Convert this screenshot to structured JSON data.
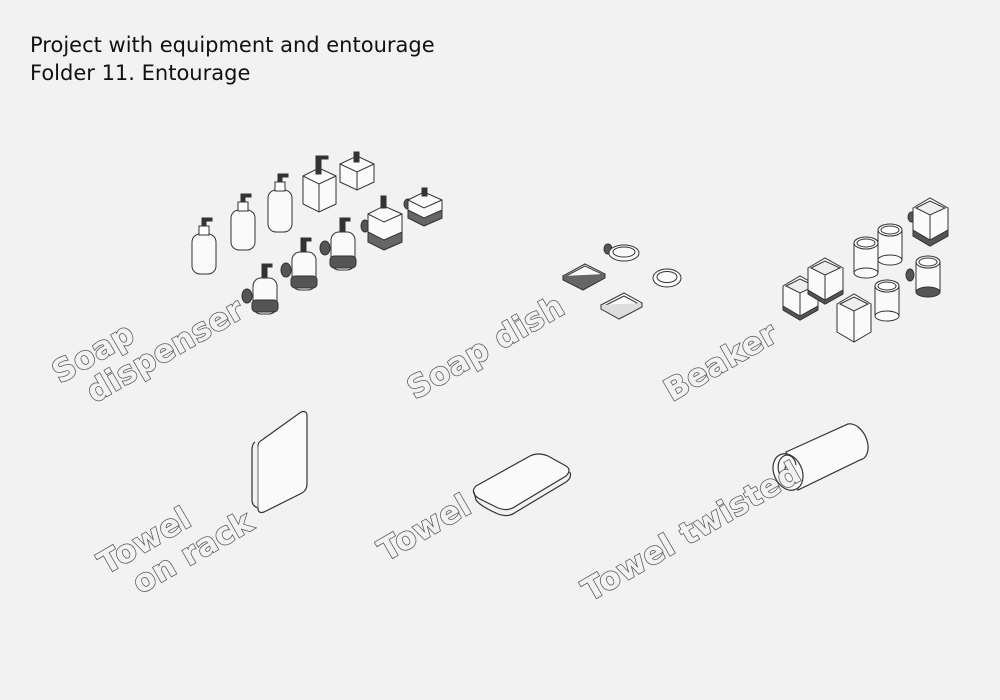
{
  "header": {
    "line1": "Project with equipment and entourage",
    "line2": "Folder 11. Entourage"
  },
  "groups": [
    {
      "id": "soap-dispenser",
      "lines": [
        "Soap",
        "dispenser"
      ]
    },
    {
      "id": "soap-dish",
      "lines": [
        "Soap dish"
      ]
    },
    {
      "id": "beaker",
      "lines": [
        "Beaker"
      ]
    },
    {
      "id": "towel-on-rack",
      "lines": [
        "Towel",
        "on rack"
      ]
    },
    {
      "id": "towel",
      "lines": [
        "Towel"
      ]
    },
    {
      "id": "towel-twisted",
      "lines": [
        "Towel twisted"
      ]
    }
  ]
}
